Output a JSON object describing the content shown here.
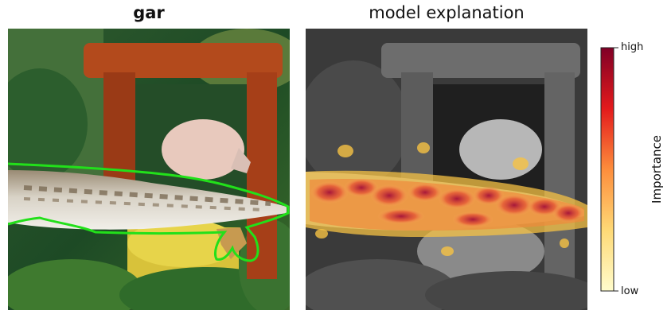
{
  "left_panel": {
    "title": "gar"
  },
  "right_panel": {
    "title": "model explanation"
  },
  "colorbar": {
    "label": "Importance",
    "high_label": "high",
    "low_label": "low",
    "colormap": [
      "#fffccc",
      "#fed976",
      "#fd8d3c",
      "#e31a1c",
      "#800026"
    ]
  },
  "outline_color": "#22e01a"
}
